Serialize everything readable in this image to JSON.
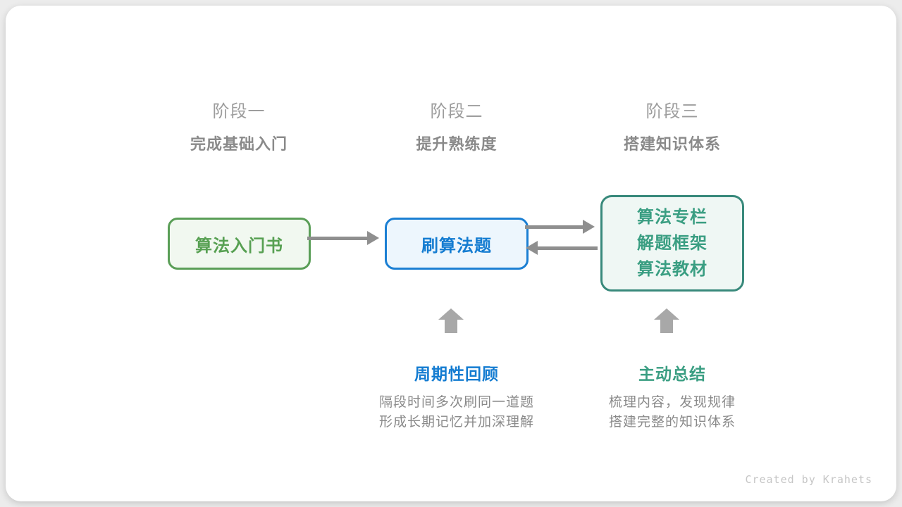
{
  "stages": [
    {
      "label": "阶段一",
      "subtitle": "完成基础入门"
    },
    {
      "label": "阶段二",
      "subtitle": "提升熟练度"
    },
    {
      "label": "阶段三",
      "subtitle": "搭建知识体系"
    }
  ],
  "boxes": [
    {
      "label": "算法入门书",
      "border_color": "#5a9e57",
      "fill_color": "#f1f8f0",
      "text_color": "#57a052"
    },
    {
      "label": "刷算法题",
      "border_color": "#1b7fd3",
      "fill_color": "#edf6fd",
      "text_color": "#147cd1"
    },
    {
      "lines": [
        "算法专栏",
        "解题框架",
        "算法教材"
      ],
      "border_color": "#38897b",
      "fill_color": "#eff7f4",
      "text_color": "#3a9e82"
    }
  ],
  "arrows": {
    "stage1_to_stage2": "right",
    "stage2_to_stage3": "right",
    "stage3_to_stage2": "left",
    "color": "#8f8f8f",
    "up_arrow_color": "#a8a8a8"
  },
  "annotations": [
    {
      "title": "周期性回顾",
      "title_color": "#147cd1",
      "lines": [
        "隔段时间多次刷同一道题",
        "形成长期记忆并加深理解"
      ]
    },
    {
      "title": "主动总结",
      "title_color": "#3a9e82",
      "lines": [
        "梳理内容，发现规律",
        "搭建完整的知识体系"
      ]
    }
  ],
  "watermark": "Created by Krahets"
}
